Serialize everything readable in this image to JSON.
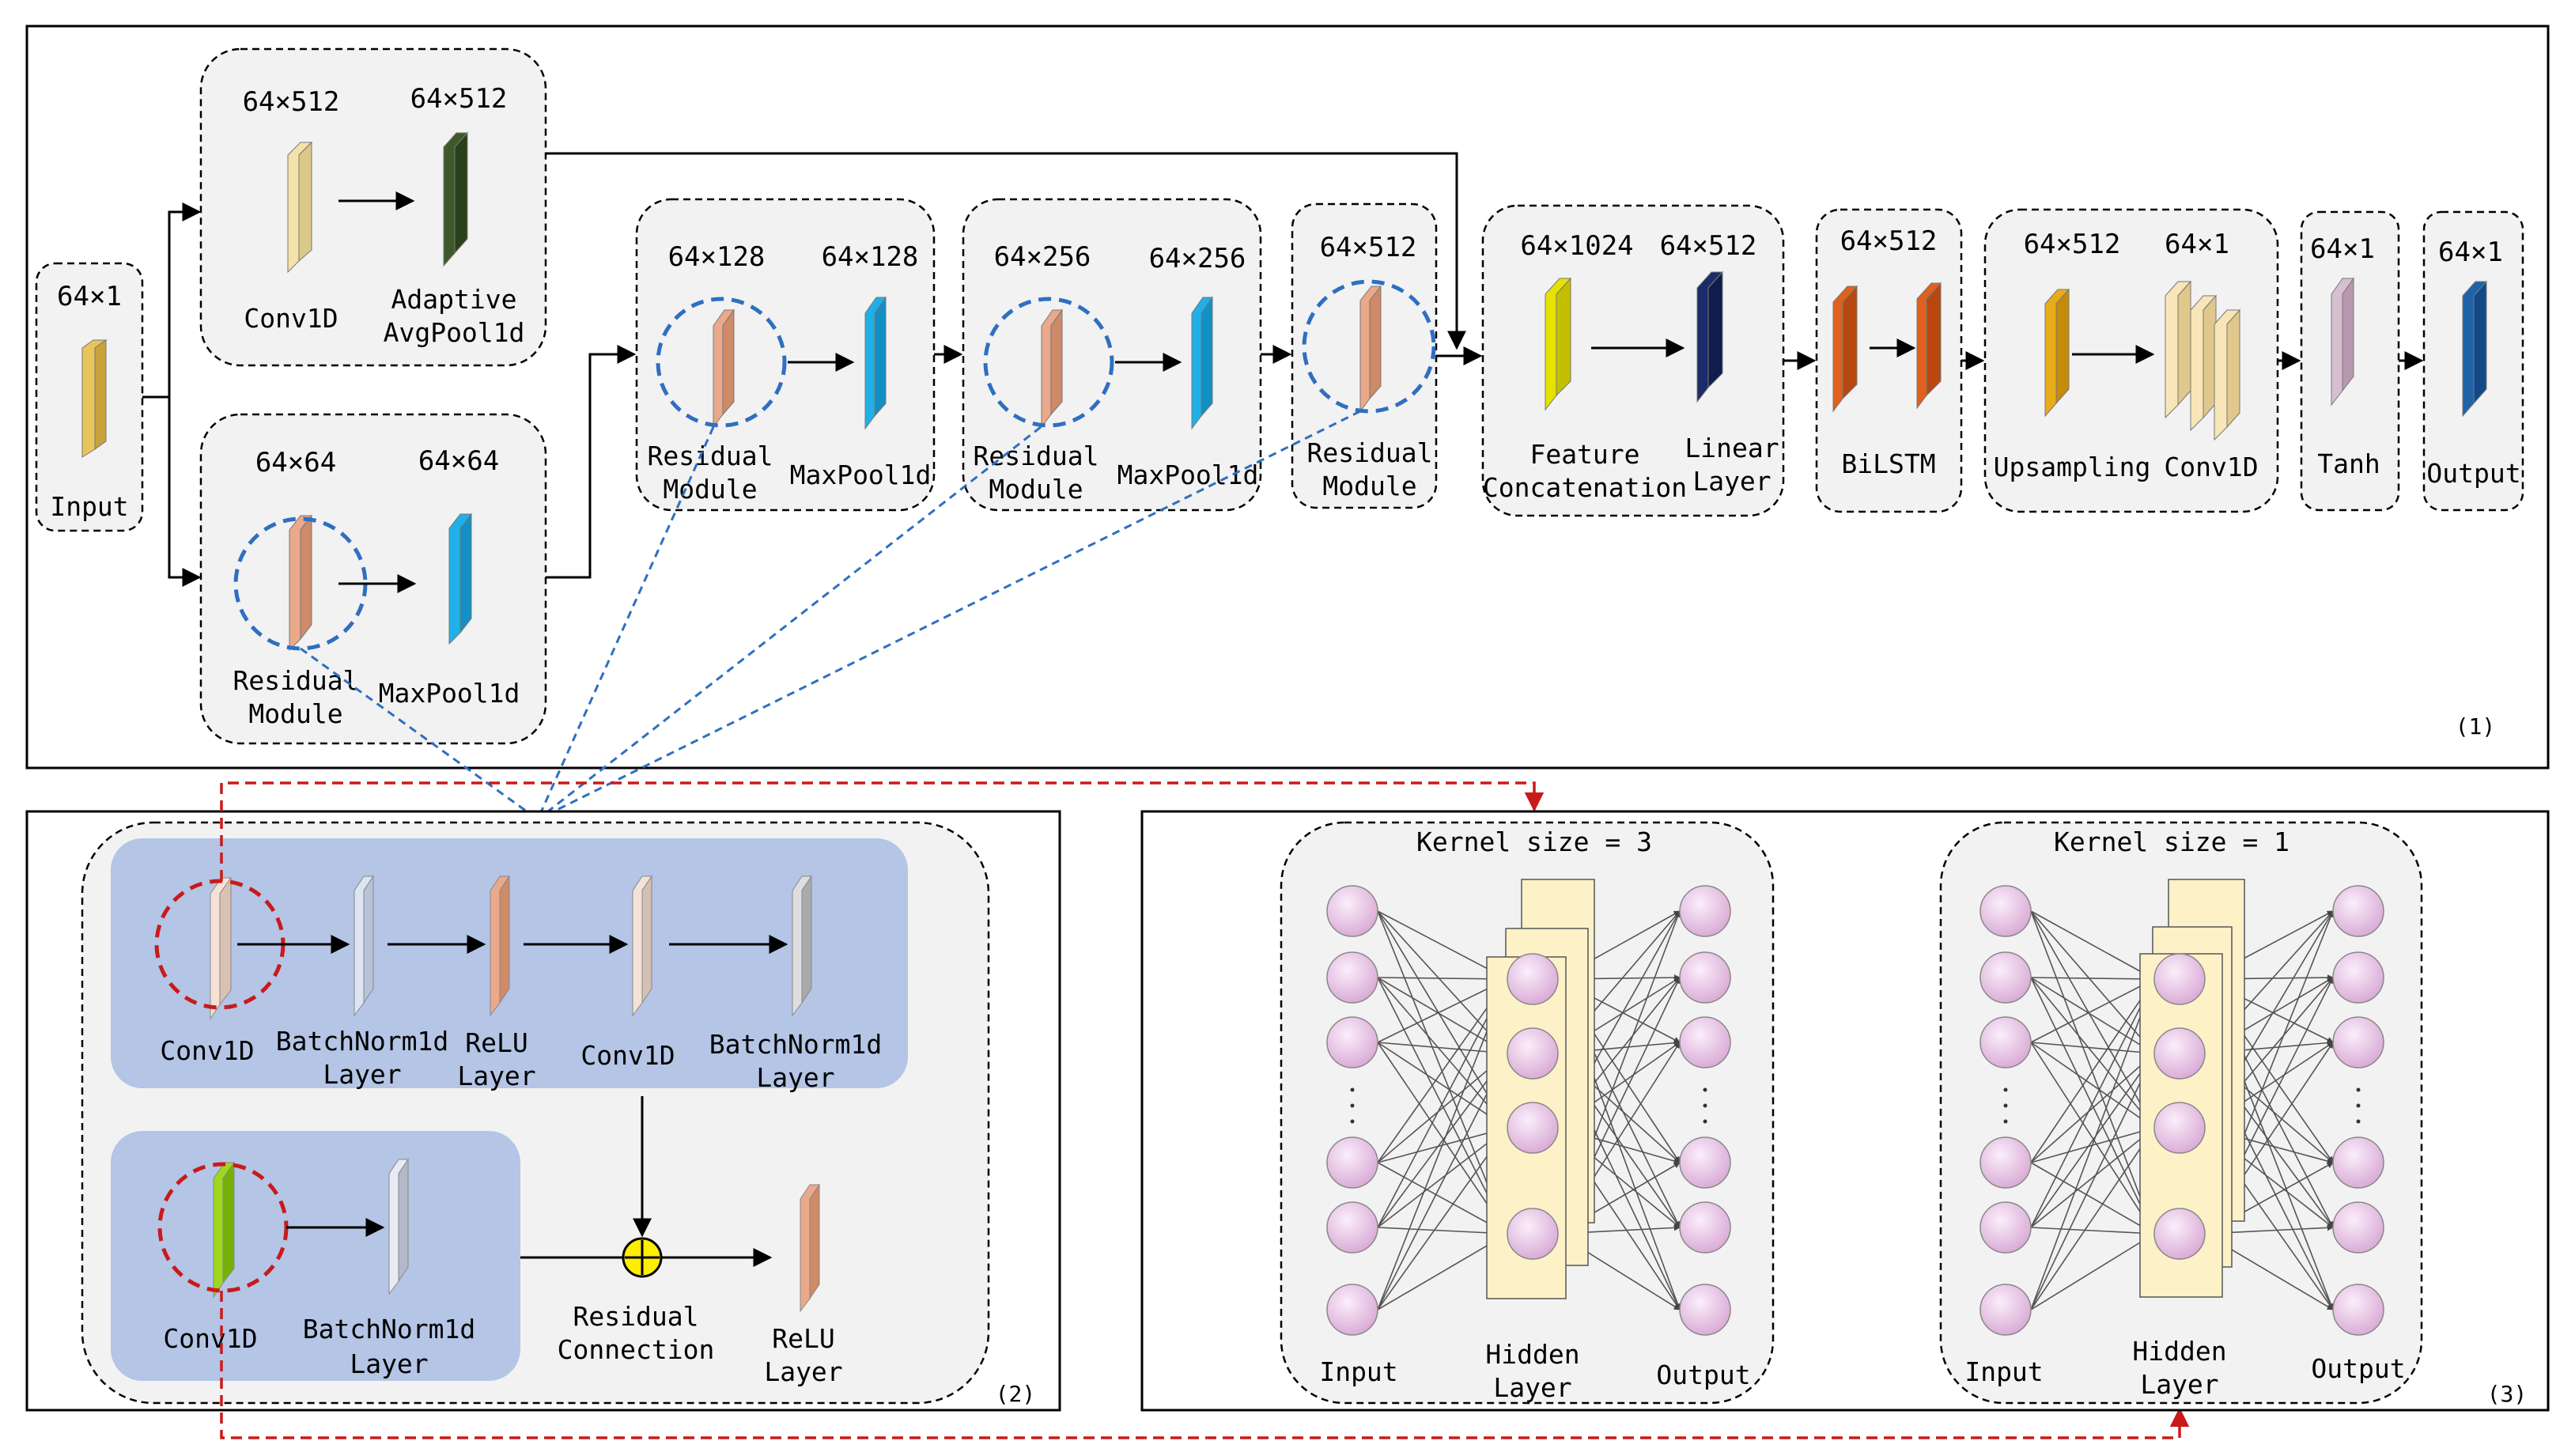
{
  "panel1": {
    "tag": "(1)",
    "input": {
      "dim": "64×1",
      "label": "Input"
    },
    "branch_top": {
      "dim1": "64×512",
      "dim2": "64×512",
      "label1": "Conv1D",
      "label2a": "Adaptive",
      "label2b": "AvgPool1d"
    },
    "branch_bottom": {
      "dim1": "64×64",
      "dim2": "64×64",
      "label1a": "Residual",
      "label1b": "Module",
      "label2": "MaxPool1d"
    },
    "block2": {
      "dim1": "64×128",
      "dim2": "64×128",
      "label1a": "Residual",
      "label1b": "Module",
      "label2": "MaxPool1d"
    },
    "block3": {
      "dim1": "64×256",
      "dim2": "64×256",
      "label1a": "Residual",
      "label1b": "Module",
      "label2": "MaxPool1d"
    },
    "block4": {
      "dim1": "64×512",
      "label1a": "Residual",
      "label1b": "Module"
    },
    "concat": {
      "dim1": "64×1024",
      "dim2": "64×512",
      "label1a": "Feature",
      "label1b": "Concatenation",
      "label2a": "Linear",
      "label2b": "Layer"
    },
    "bilstm": {
      "dim": "64×512",
      "label": "BiLSTM"
    },
    "upsample": {
      "dim1": "64×512",
      "dim2": "64×1",
      "label1": "Upsampling",
      "label2": "Conv1D"
    },
    "tanh": {
      "dim": "64×1",
      "label": "Tanh"
    },
    "output": {
      "dim": "64×1",
      "label": "Output"
    }
  },
  "panel2": {
    "tag": "(2)",
    "top": {
      "conv1": "Conv1D",
      "bn1a": "BatchNorm1d",
      "bn1b": "Layer",
      "relu_a": "ReLU",
      "relu_b": "Layer",
      "conv2": "Conv1D",
      "bn2a": "BatchNorm1d",
      "bn2b": "Layer"
    },
    "bottom": {
      "conv": "Conv1D",
      "bn_a": "BatchNorm1d",
      "bn_b": "Layer",
      "res_a": "Residual",
      "res_b": "Connection",
      "relu_a": "ReLU",
      "relu_b": "Layer"
    }
  },
  "panel3": {
    "tag": "(3)",
    "net1": {
      "title": "Kernel size = 3",
      "input": "Input",
      "hidden_a": "Hidden",
      "hidden_b": "Layer",
      "output": "Output"
    },
    "net2": {
      "title": "Kernel size = 1",
      "input": "Input",
      "hidden_a": "Hidden",
      "hidden_b": "Layer",
      "output": "Output"
    }
  },
  "colors": {
    "input_layer": "#e8c45a",
    "conv1d_top": "#f3e3a8",
    "avgpool": "#3f5a2a",
    "residual": "#e9a98a",
    "maxpool": "#1fb0e8",
    "feature_concat": "#e6e200",
    "linear": "#1c2c6a",
    "bilstm": "#e0601e",
    "upsampling": "#e8ac1a",
    "tanh": "#d8bfd0",
    "output": "#1e63a8",
    "blue_block": "#b4c5e6",
    "dashed_blue": "#2f6fc0",
    "dashed_red": "#c91a1a",
    "neuron": "#e8c8e2",
    "hidden_box": "#fdf1c8"
  }
}
